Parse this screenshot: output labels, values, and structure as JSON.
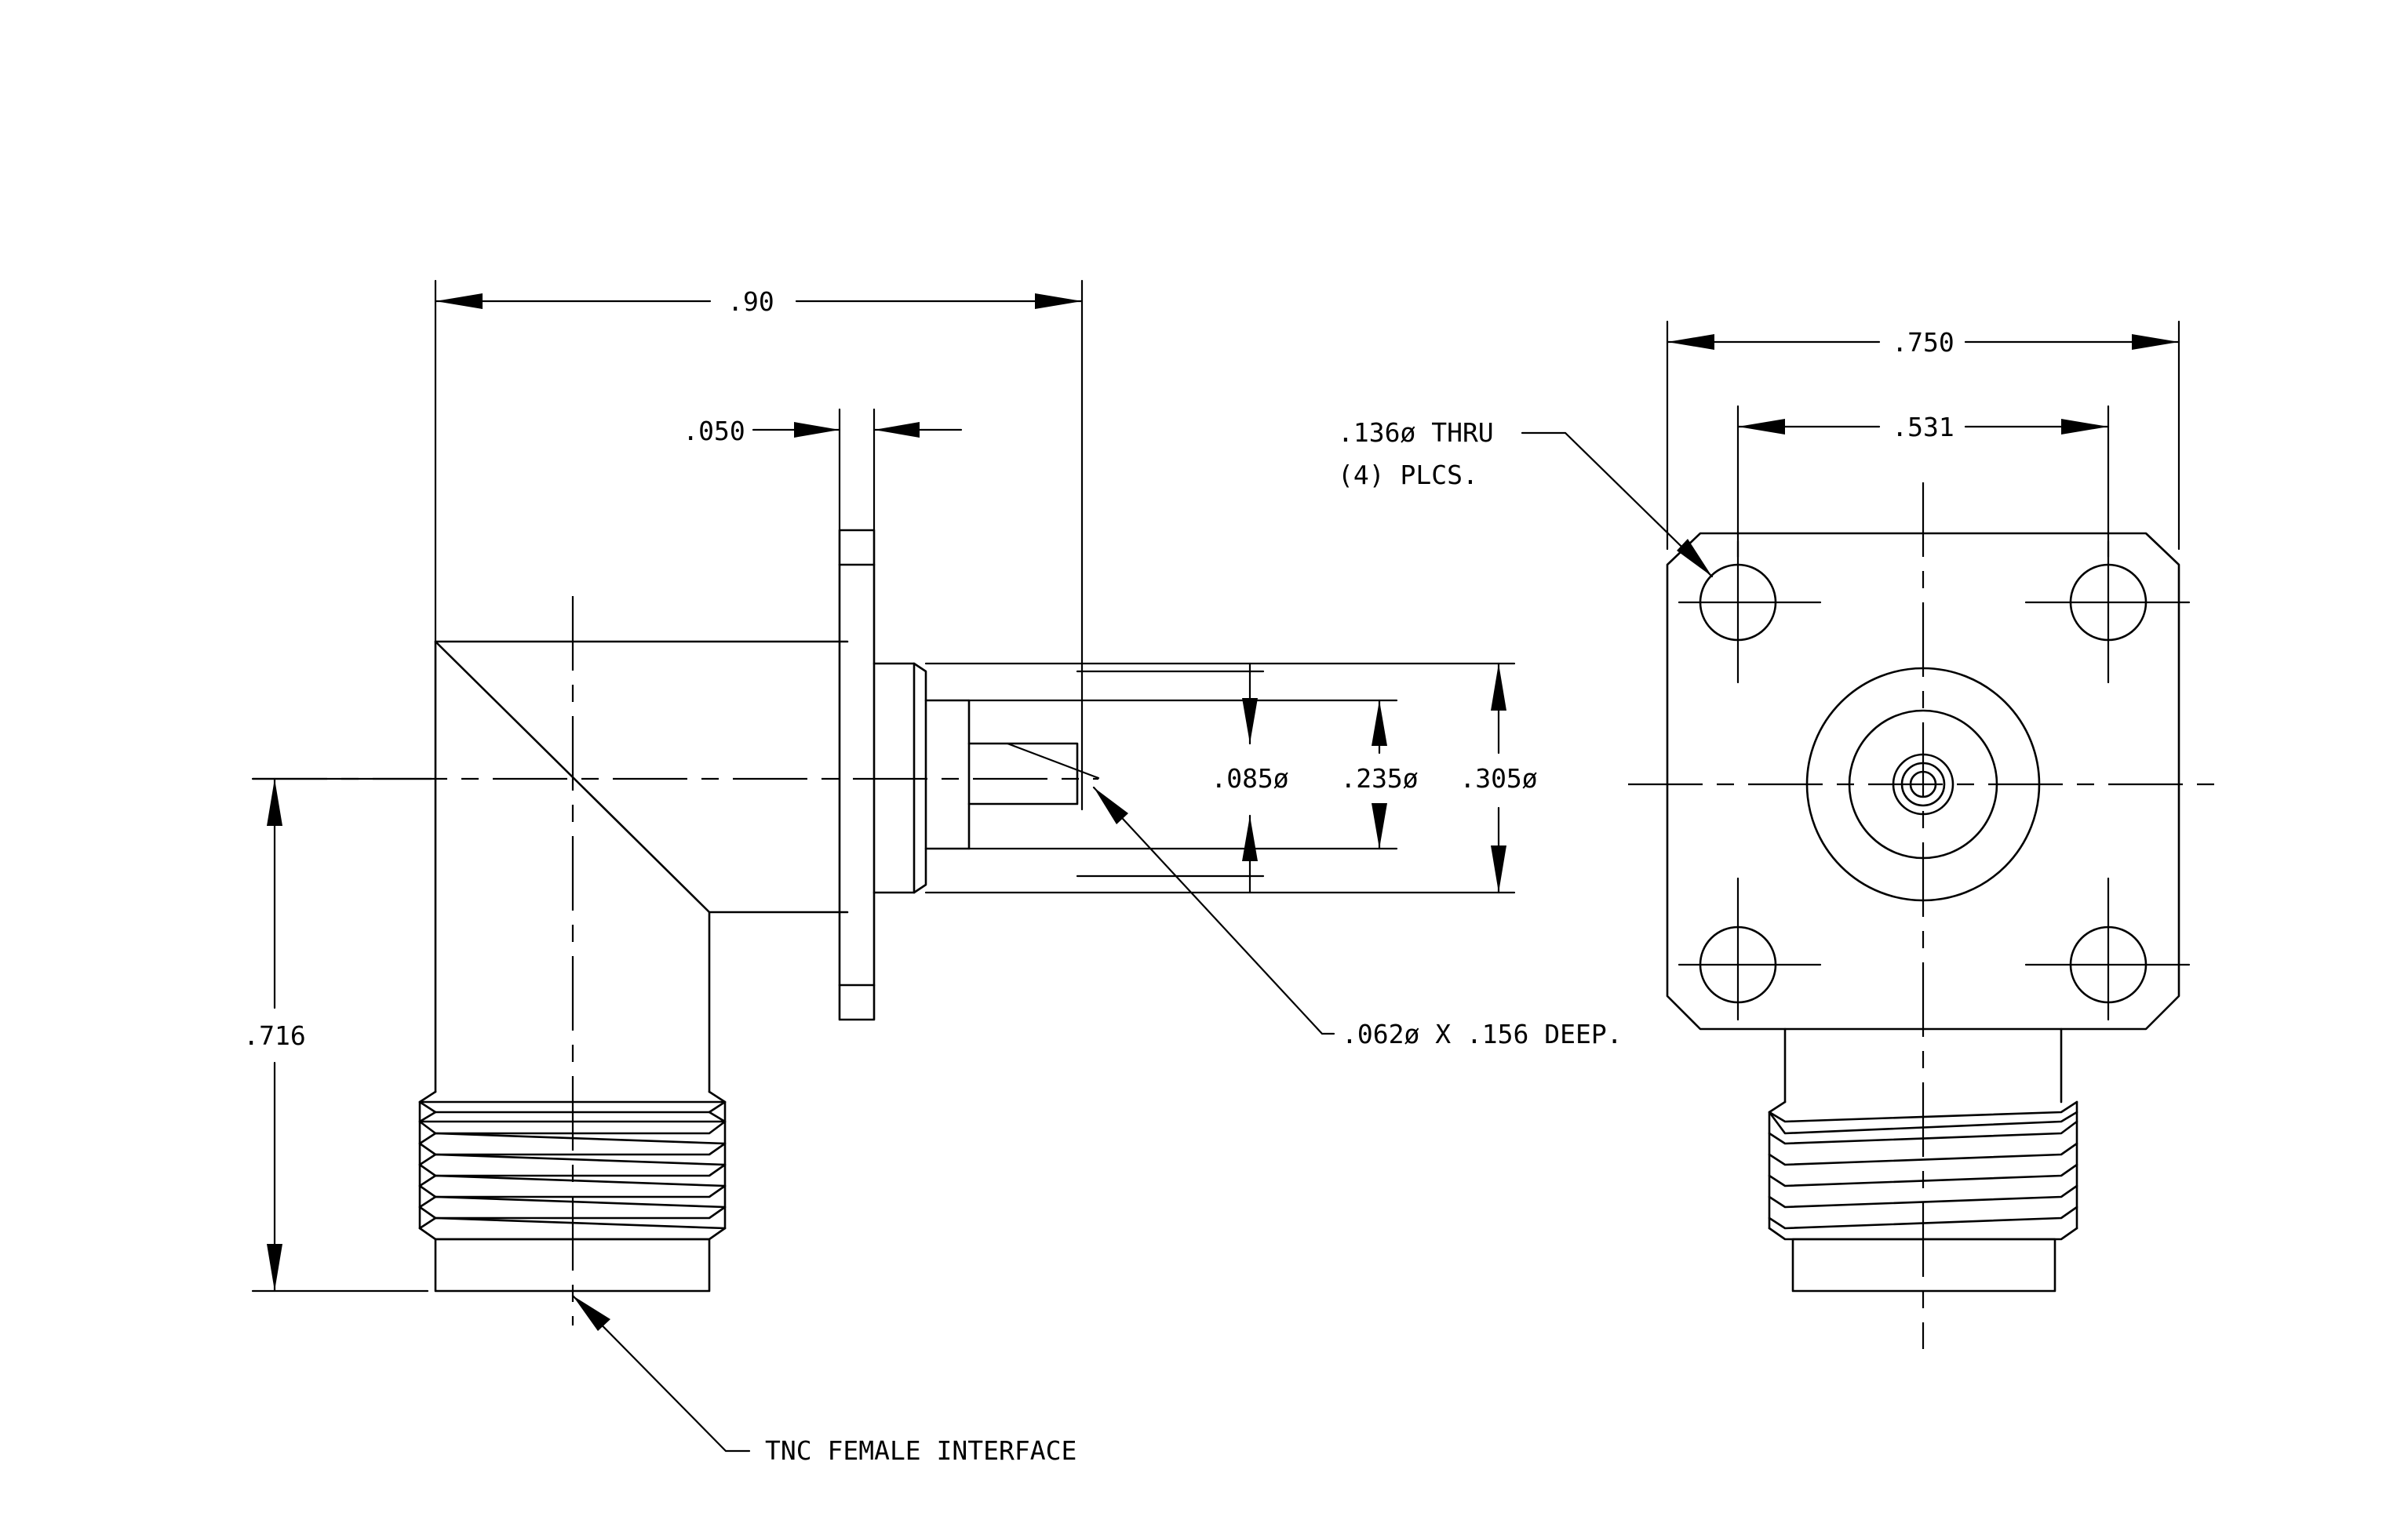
{
  "drawing": {
    "title": "",
    "side_view": {
      "dim_overall_length": ".90",
      "dim_flange_thickness": ".050",
      "dim_height": ".716",
      "dim_pin_dia": ".085ø",
      "dim_insulator_dia": ".235ø",
      "dim_body_dia": ".305ø",
      "note_hole": ".062ø X .156 DEEP.",
      "note_interface": "TNC FEMALE INTERFACE"
    },
    "front_view": {
      "dim_flange_width": ".750",
      "dim_hole_spacing": ".531",
      "note_mount_holes_line1": ".136ø THRU",
      "note_mount_holes_line2": "(4) PLCS."
    }
  },
  "colors": {
    "line": "#000000",
    "background": "#ffffff"
  }
}
